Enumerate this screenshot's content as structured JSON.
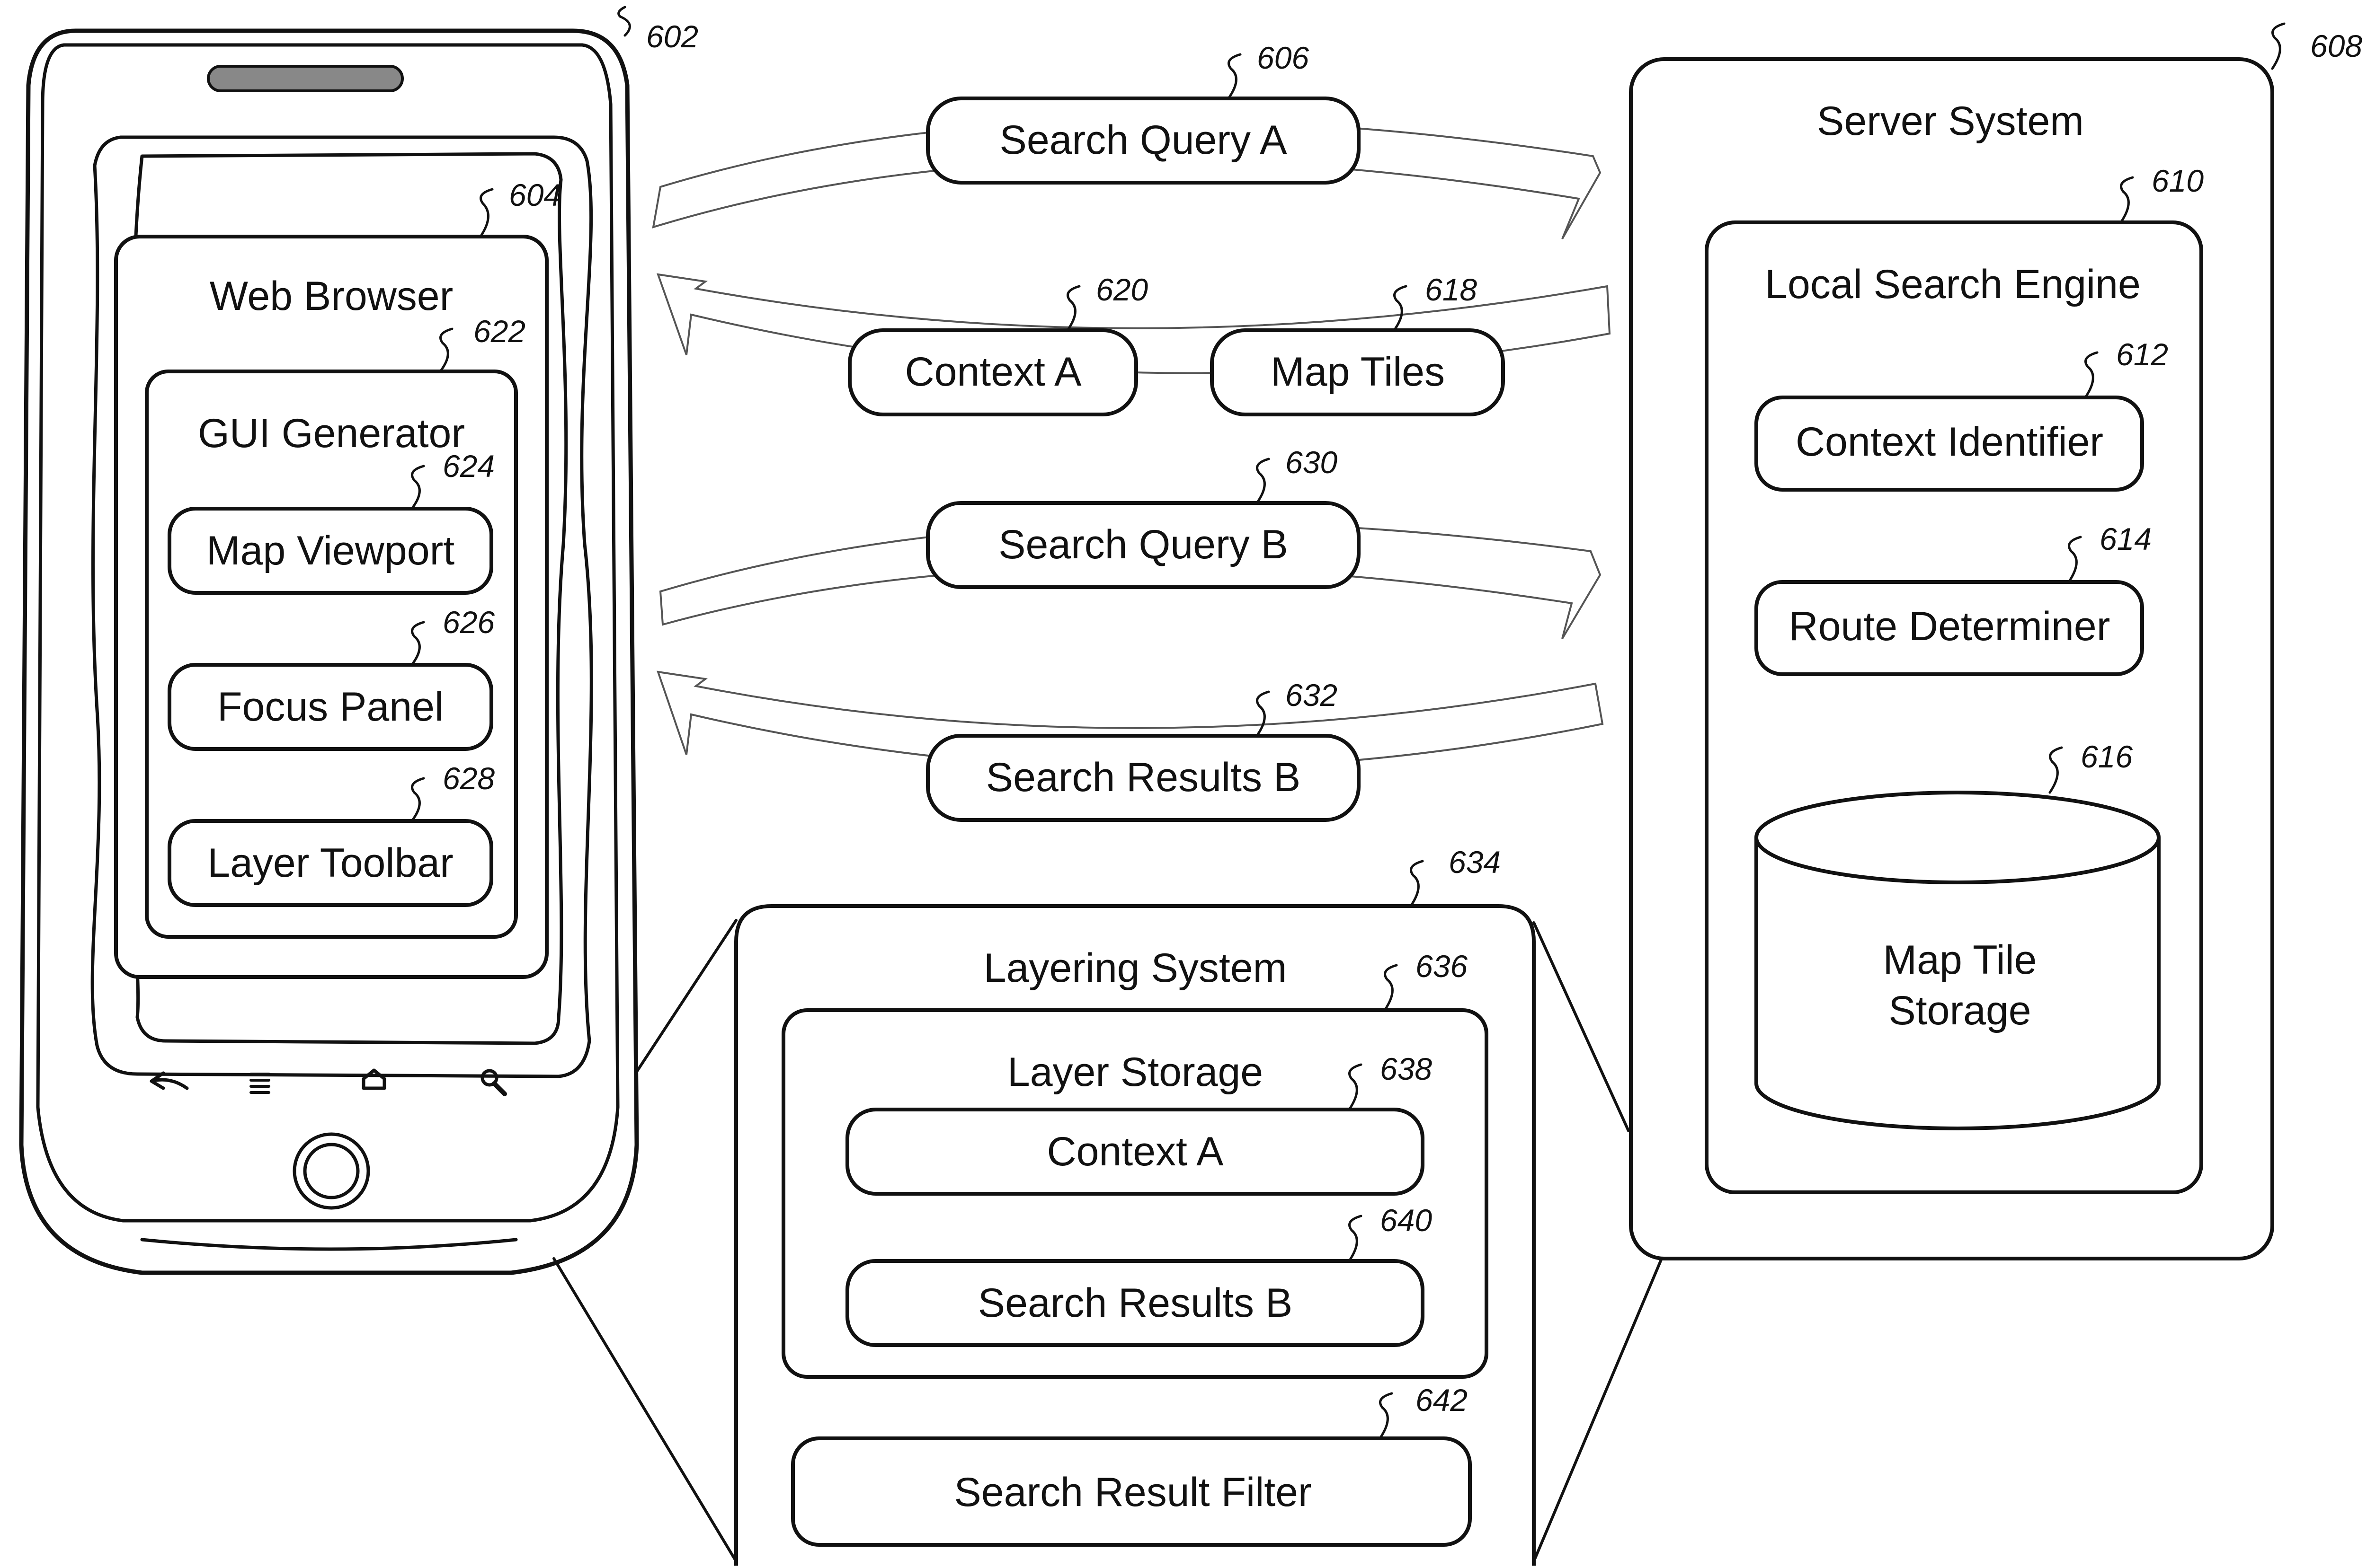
{
  "mobile_device": {
    "ref": "602",
    "web_browser": {
      "label": "Web Browser",
      "ref": "604"
    },
    "gui_generator": {
      "label": "GUI Generator",
      "ref": "622",
      "components": [
        {
          "label": "Map Viewport",
          "ref": "624"
        },
        {
          "label": "Focus Panel",
          "ref": "626"
        },
        {
          "label": "Layer Toolbar",
          "ref": "628"
        }
      ]
    },
    "nav_icons": [
      "back-icon",
      "menu-icon",
      "home-icon",
      "search-icon"
    ]
  },
  "messages": [
    {
      "label": "Search Query A",
      "ref": "606",
      "direction": "to-server"
    },
    {
      "label": "Context A",
      "ref": "620",
      "direction": "to-device"
    },
    {
      "label": "Map Tiles",
      "ref": "618",
      "direction": "to-device"
    },
    {
      "label": "Search Query B",
      "ref": "630",
      "direction": "to-server"
    },
    {
      "label": "Search Results B",
      "ref": "632",
      "direction": "to-device"
    }
  ],
  "server_system": {
    "label": "Server System",
    "ref": "608",
    "local_search_engine": {
      "label": "Local Search Engine",
      "ref": "610",
      "components": [
        {
          "label": "Context Identifier",
          "ref": "612"
        },
        {
          "label": "Route Determiner",
          "ref": "614"
        }
      ],
      "storage": {
        "label_line1": "Map Tile",
        "label_line2": "Storage",
        "ref": "616"
      }
    }
  },
  "layering_system": {
    "label": "Layering System",
    "ref": "634",
    "layer_storage": {
      "label": "Layer Storage",
      "ref": "636",
      "layers": [
        {
          "label": "Context A",
          "ref": "638"
        },
        {
          "label": "Search Results B",
          "ref": "640"
        }
      ]
    },
    "filter": {
      "label": "Search Result Filter",
      "ref": "642"
    }
  }
}
